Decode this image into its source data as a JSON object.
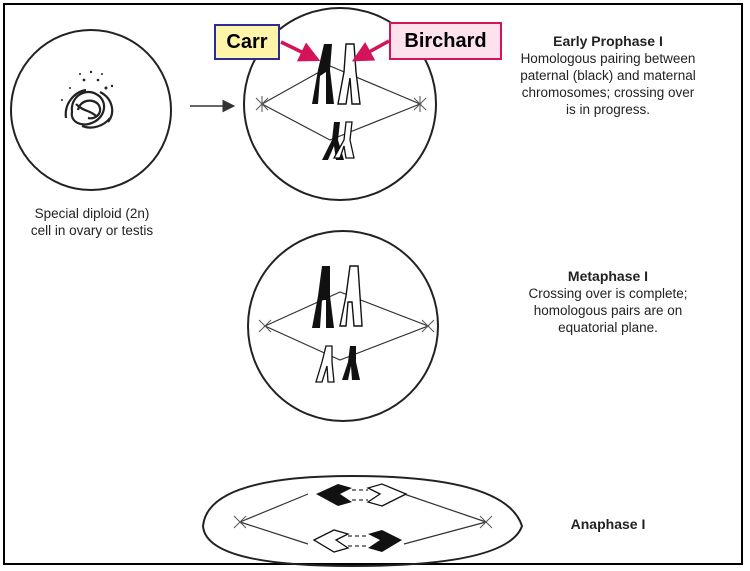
{
  "callouts": {
    "carr": "Carr",
    "birchard": "Birchard"
  },
  "initial_cell": {
    "caption_line1": "Special diploid (2n)",
    "caption_line2": "cell in ovary or testis"
  },
  "early_prophase": {
    "title": "Early Prophase I",
    "line1": "Homologous pairing between",
    "line2": "paternal (black) and maternal",
    "line3": "chromosomes; crossing over",
    "line4": "is in progress."
  },
  "metaphase": {
    "title": "Metaphase I",
    "line1": "Crossing over is complete;",
    "line2": "homologous pairs are on",
    "line3": "equatorial plane."
  },
  "anaphase": {
    "title": "Anaphase I"
  },
  "colors": {
    "carr_fill": "#fff5a8",
    "carr_border": "#2b2b9a",
    "birchard_fill": "#fde2ee",
    "birchard_border": "#d4145a",
    "arrow": "#d4145a"
  }
}
